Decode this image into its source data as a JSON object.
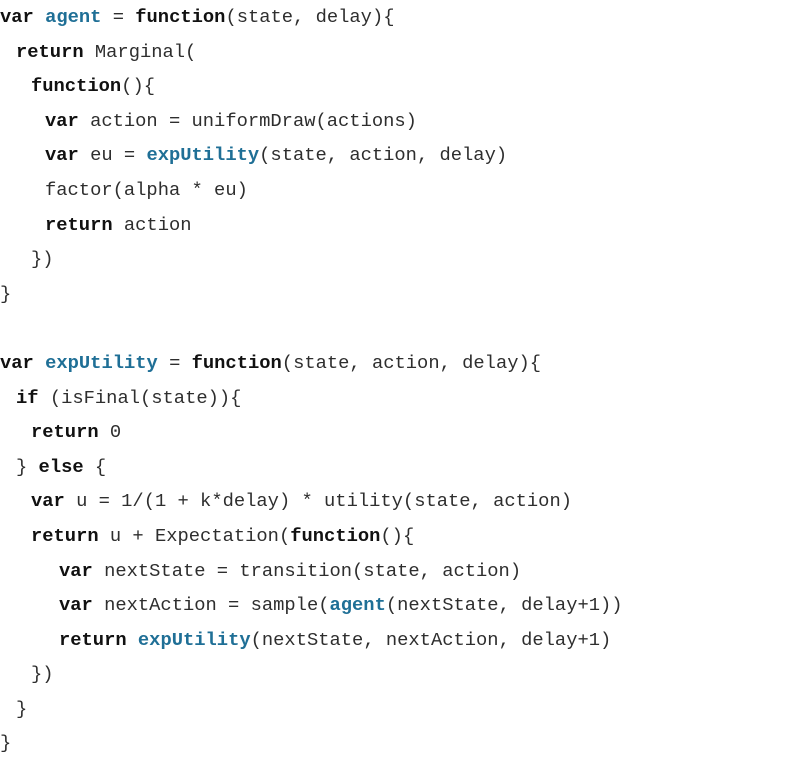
{
  "document": {
    "language": "webppl",
    "highlight_colors": {
      "keyword": "#111111",
      "function_name": "#1f6f96",
      "text": "#2e2e2e"
    },
    "lines": [
      {
        "indent": 0,
        "tokens": [
          [
            "kw",
            "var"
          ],
          [
            "tx",
            " "
          ],
          [
            "fn",
            "agent"
          ],
          [
            "tx",
            " = "
          ],
          [
            "kw",
            "function"
          ],
          [
            "tx",
            "(state, delay){"
          ]
        ]
      },
      {
        "indent": 16,
        "tokens": [
          [
            "kw",
            "return"
          ],
          [
            "tx",
            " Marginal("
          ]
        ]
      },
      {
        "indent": 31,
        "tokens": [
          [
            "kw",
            "function"
          ],
          [
            "tx",
            "(){"
          ]
        ]
      },
      {
        "indent": 45,
        "tokens": [
          [
            "kw",
            "var"
          ],
          [
            "tx",
            " action = uniformDraw(actions)"
          ]
        ]
      },
      {
        "indent": 45,
        "tokens": [
          [
            "kw",
            "var"
          ],
          [
            "tx",
            " eu = "
          ],
          [
            "fn",
            "expUtility"
          ],
          [
            "tx",
            "(state, action, delay)"
          ]
        ]
      },
      {
        "indent": 45,
        "tokens": [
          [
            "tx",
            "factor(alpha * eu)"
          ]
        ]
      },
      {
        "indent": 45,
        "tokens": [
          [
            "kw",
            "return"
          ],
          [
            "tx",
            " action"
          ]
        ]
      },
      {
        "indent": 31,
        "tokens": [
          [
            "tx",
            "})"
          ]
        ]
      },
      {
        "indent": 0,
        "tokens": [
          [
            "tx",
            "}"
          ]
        ]
      },
      {
        "indent": 0,
        "tokens": []
      },
      {
        "indent": 0,
        "tokens": [
          [
            "kw",
            "var"
          ],
          [
            "tx",
            " "
          ],
          [
            "fn",
            "expUtility"
          ],
          [
            "tx",
            " = "
          ],
          [
            "kw",
            "function"
          ],
          [
            "tx",
            "(state, action, delay){"
          ]
        ]
      },
      {
        "indent": 16,
        "tokens": [
          [
            "kw",
            "if"
          ],
          [
            "tx",
            " (isFinal(state)){"
          ]
        ]
      },
      {
        "indent": 31,
        "tokens": [
          [
            "kw",
            "return"
          ],
          [
            "tx",
            " 0"
          ]
        ]
      },
      {
        "indent": 16,
        "tokens": [
          [
            "tx",
            "} "
          ],
          [
            "kw",
            "else"
          ],
          [
            "tx",
            " {"
          ]
        ]
      },
      {
        "indent": 31,
        "tokens": [
          [
            "kw",
            "var"
          ],
          [
            "tx",
            " u = 1/(1 + k*delay) * utility(state, action)"
          ]
        ]
      },
      {
        "indent": 31,
        "tokens": [
          [
            "kw",
            "return"
          ],
          [
            "tx",
            " u + Expectation("
          ],
          [
            "kw",
            "function"
          ],
          [
            "tx",
            "(){"
          ]
        ]
      },
      {
        "indent": 59,
        "tokens": [
          [
            "kw",
            "var"
          ],
          [
            "tx",
            " nextState = transition(state, action)"
          ]
        ]
      },
      {
        "indent": 59,
        "tokens": [
          [
            "kw",
            "var"
          ],
          [
            "tx",
            " nextAction = sample("
          ],
          [
            "fn",
            "agent"
          ],
          [
            "tx",
            "(nextState, delay+1))"
          ]
        ]
      },
      {
        "indent": 59,
        "tokens": [
          [
            "kw",
            "return"
          ],
          [
            "tx",
            " "
          ],
          [
            "fn",
            "expUtility"
          ],
          [
            "tx",
            "(nextState, nextAction, delay+1)"
          ]
        ]
      },
      {
        "indent": 31,
        "tokens": [
          [
            "tx",
            "})"
          ]
        ]
      },
      {
        "indent": 16,
        "tokens": [
          [
            "tx",
            "}"
          ]
        ]
      },
      {
        "indent": 0,
        "tokens": [
          [
            "tx",
            "}"
          ]
        ]
      }
    ]
  }
}
